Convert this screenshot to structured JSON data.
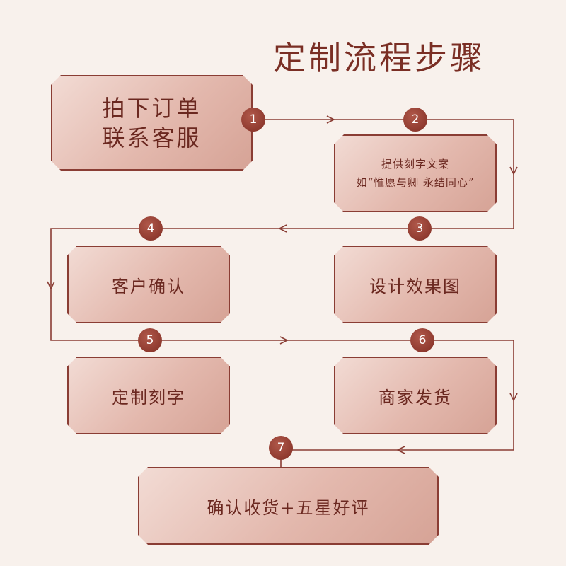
{
  "title": "定制流程步骤",
  "steps": [
    {
      "number": "1",
      "lines": [
        "拍下订单",
        "联系客服"
      ]
    },
    {
      "number": "2",
      "lines": [
        "提供刻字文案",
        "如“惟愿与卿 永结同心”"
      ]
    },
    {
      "number": "3",
      "lines": [
        "设计效果图"
      ]
    },
    {
      "number": "4",
      "lines": [
        "客户确认"
      ]
    },
    {
      "number": "5",
      "lines": [
        "定制刻字"
      ]
    },
    {
      "number": "6",
      "lines": [
        "商家发货"
      ]
    },
    {
      "number": "7",
      "lines": [
        "确认收货+五星好评"
      ]
    }
  ],
  "colors": {
    "background": "#f8f1ec",
    "accent": "#7a2e24",
    "line": "#8a3d34"
  }
}
